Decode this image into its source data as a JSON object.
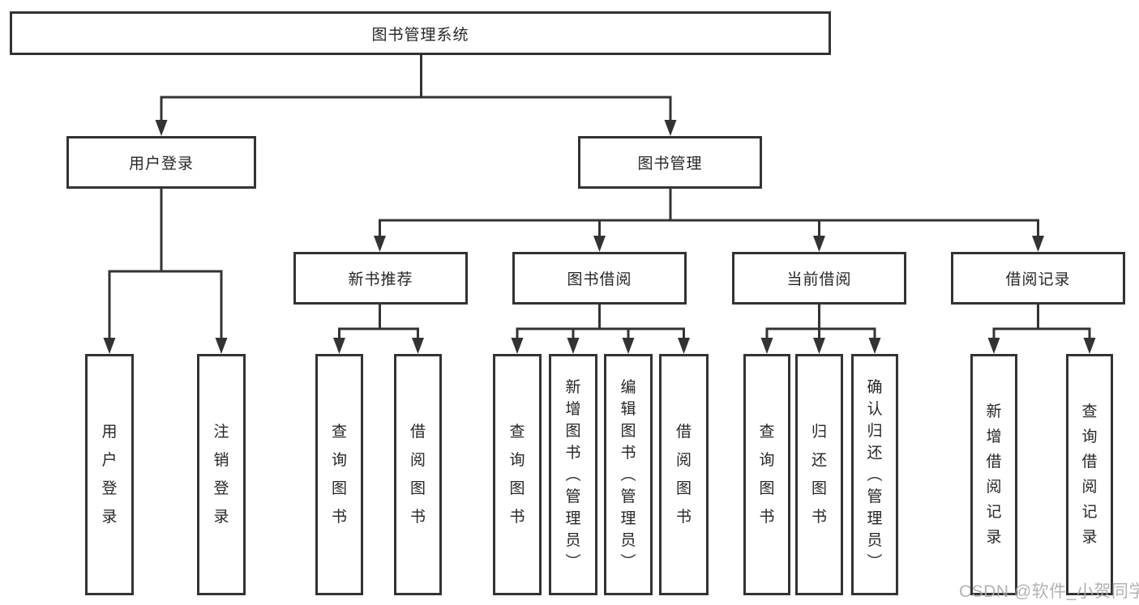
{
  "colors": {
    "line": "#333333",
    "text": "#262626",
    "watermark": "#ababab",
    "background": "#ffffff"
  },
  "watermark": "CSDN @软件_小贺同学",
  "tree": {
    "root": {
      "label": "图书管理系统"
    },
    "branches": [
      {
        "label": "用户登录",
        "children": [
          "用户登录",
          "注销登录"
        ]
      },
      {
        "label": "图书管理",
        "groups": [
          {
            "label": "新书推荐",
            "children": [
              "查询图书",
              "借阅图书"
            ]
          },
          {
            "label": "图书借阅",
            "children": [
              "查询图书",
              "新增图书（管理员）",
              "编辑图书（管理员）",
              "借阅图书"
            ]
          },
          {
            "label": "当前借阅",
            "children": [
              "查询图书",
              "归还图书",
              "确认归还（管理员）"
            ]
          },
          {
            "label": "借阅记录",
            "children": [
              "新增借阅记录",
              "查询借阅记录"
            ]
          }
        ]
      }
    ]
  }
}
